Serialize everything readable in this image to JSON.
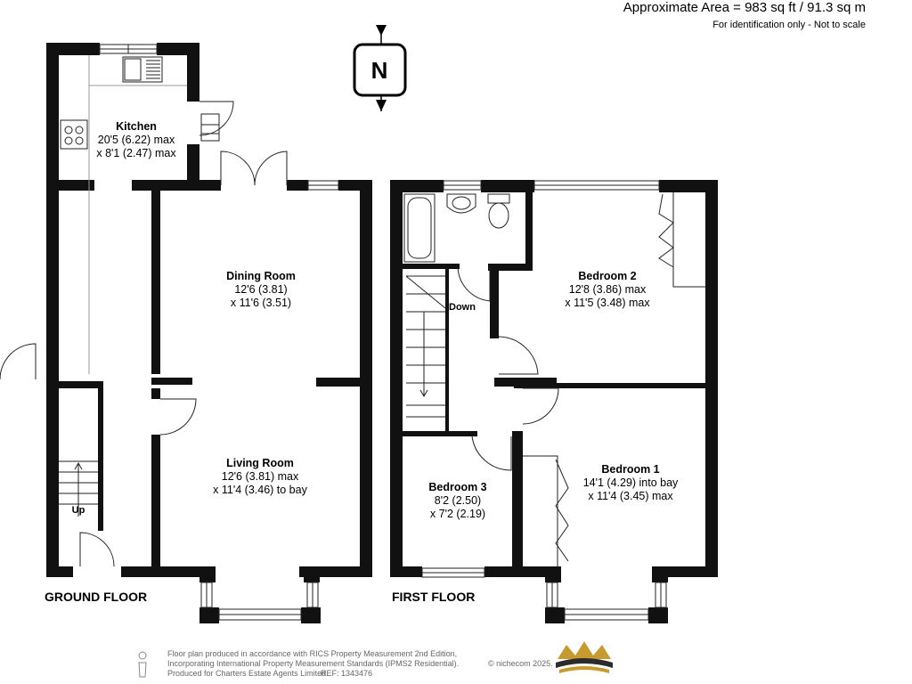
{
  "header": {
    "area": "Approximate Area = 983 sq ft / 91.3 sq m",
    "note": "For identification only - Not to scale"
  },
  "compass": {
    "letter": "N"
  },
  "floors": {
    "ground": "GROUND FLOOR",
    "first": "FIRST FLOOR"
  },
  "rooms": {
    "kitchen": {
      "name": "Kitchen",
      "line1": "20'5 (6.22) max",
      "line2": "x 8'1 (2.47) max"
    },
    "dining": {
      "name": "Dining Room",
      "line1": "12'6 (3.81)",
      "line2": "x 11'6 (3.51)"
    },
    "living": {
      "name": "Living Room",
      "line1": "12'6 (3.81) max",
      "line2": "x 11'4 (3.46) to bay"
    },
    "bedroom2": {
      "name": "Bedroom 2",
      "line1": "12'8 (3.86) max",
      "line2": "x 11'5 (3.48) max"
    },
    "bedroom1": {
      "name": "Bedroom 1",
      "line1": "14'1 (4.29) into bay",
      "line2": "x 11'4 (3.45) max"
    },
    "bedroom3": {
      "name": "Bedroom 3",
      "line1": "8'2 (2.50)",
      "line2": "x 7'2 (2.19)"
    }
  },
  "stairs": {
    "up": "Up",
    "down": "Down"
  },
  "footer": {
    "line1": "Floor plan produced in accordance with RICS Property Measurement 2nd Edition,",
    "line2": "Incorporating International Property Measurement Standards (IPMS2 Residential).",
    "line2b": "© nichecom 2025.",
    "line3": "Produced for Charters Estate Agents Limited.",
    "ref": "REF: 1343476"
  },
  "colors": {
    "wall": "#111111",
    "text": "#000000",
    "footer_text": "#666666",
    "crown_gold": "#c69a2e"
  }
}
